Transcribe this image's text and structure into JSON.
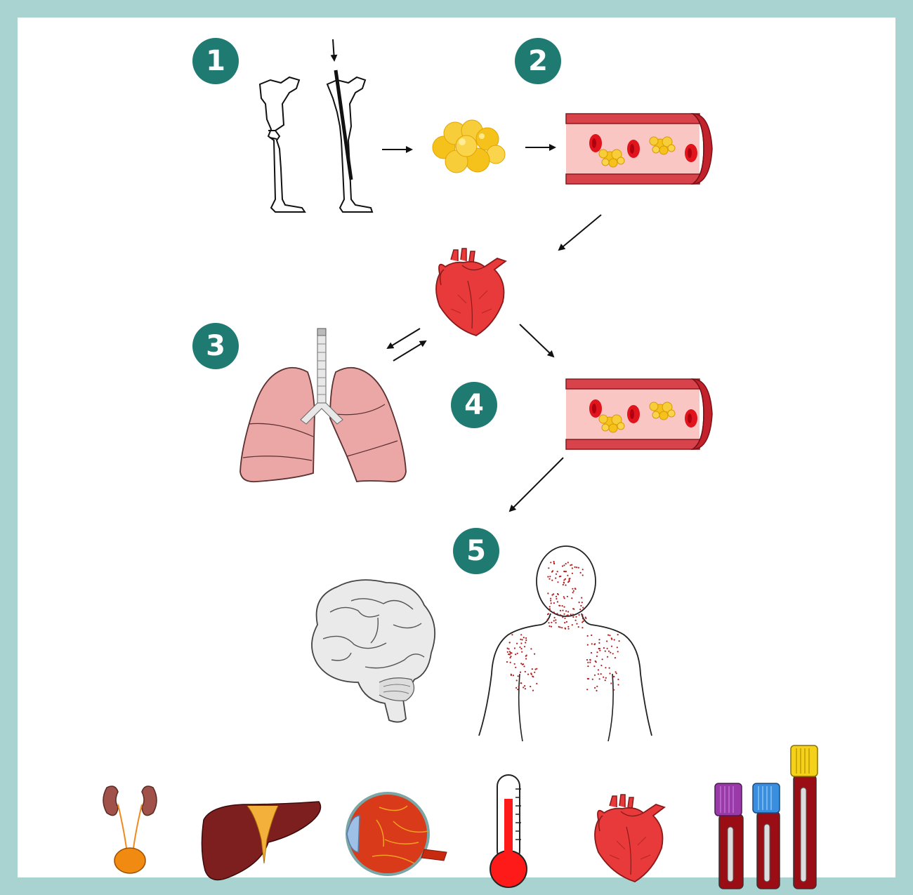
{
  "steps": [
    {
      "number": "1"
    },
    {
      "number": "2"
    },
    {
      "number": "3"
    },
    {
      "number": "4"
    },
    {
      "number": "5"
    }
  ],
  "colors": {
    "border": "#a9d3d0",
    "badge": "#1f7a72",
    "vessel": "#d8434b",
    "vessel_lumen": "#f9c6c3",
    "red_cell": "#e0141c",
    "fat": "#f5c21b",
    "lung": "#eba6a6",
    "heart": "#e83a3a",
    "liver": "#7d1f1f",
    "blood": "#9b0d14"
  },
  "icons": [
    "bone-fracture-icon",
    "nailed-bone-icon",
    "fat-globule-icon",
    "blood-vessel-icon",
    "heart-icon",
    "lungs-icon",
    "brain-icon",
    "petechiae-body-icon",
    "kidney-icon",
    "liver-icon",
    "eye-icon",
    "thermometer-icon",
    "blood-tube-icon"
  ]
}
